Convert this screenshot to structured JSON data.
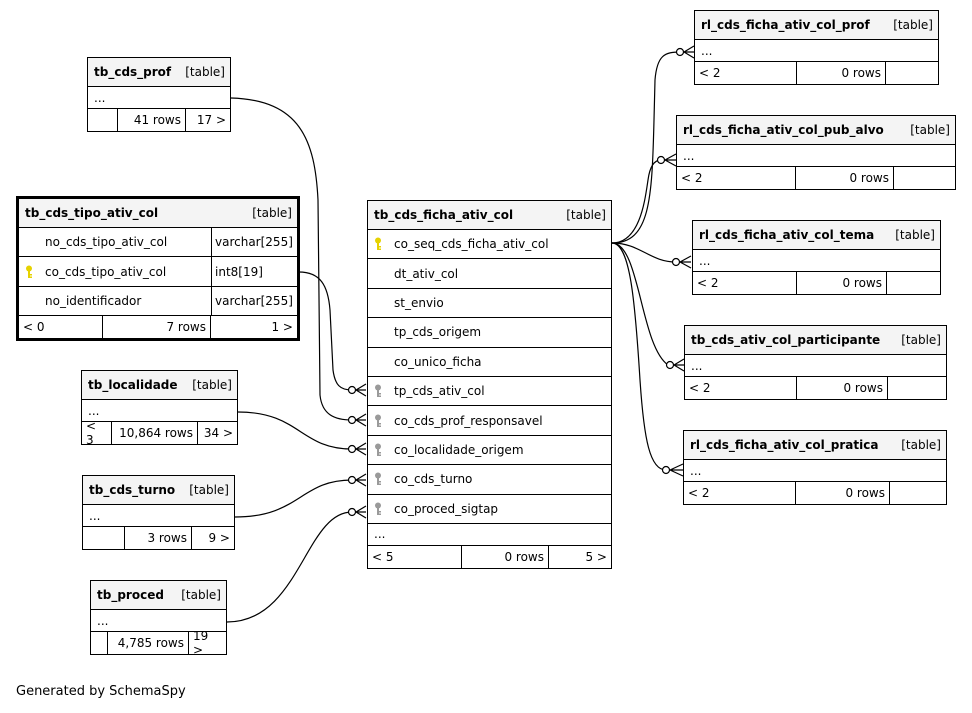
{
  "footer_text": "Generated by SchemaSpy",
  "colors": {
    "primary_key": "#e6d200",
    "foreign_key": "#9a9a9a",
    "header_bg": "#f4f4f4"
  },
  "main_table": {
    "name": "tb_cds_ficha_ativ_col",
    "tag": "[table]",
    "columns": [
      {
        "name": "co_seq_cds_ficha_ativ_col",
        "key": "primary-key-icon"
      },
      {
        "name": "dt_ativ_col"
      },
      {
        "name": "st_envio"
      },
      {
        "name": "tp_cds_origem"
      },
      {
        "name": "co_unico_ficha"
      },
      {
        "name": "tp_cds_ativ_col",
        "key": "foreign-key-icon"
      },
      {
        "name": "co_cds_prof_responsavel",
        "key": "foreign-key-icon"
      },
      {
        "name": "co_localidade_origem",
        "key": "foreign-key-icon"
      },
      {
        "name": "co_cds_turno",
        "key": "foreign-key-icon"
      },
      {
        "name": "co_proced_sigtap",
        "key": "foreign-key-icon"
      }
    ],
    "more": "...",
    "footer": [
      "< 5",
      "0 rows",
      "5 >"
    ]
  },
  "tipo_table": {
    "name": "tb_cds_tipo_ativ_col",
    "tag": "[table]",
    "columns": [
      {
        "name": "no_cds_tipo_ativ_col",
        "type": "varchar[255]"
      },
      {
        "name": "co_cds_tipo_ativ_col",
        "type": "int8[19]",
        "key": "primary-key-icon"
      },
      {
        "name": "no_identificador",
        "type": "varchar[255]"
      }
    ],
    "footer": [
      "< 0",
      "7 rows",
      "1 >"
    ]
  },
  "small_tables": {
    "prof": {
      "name": "tb_cds_prof",
      "tag": "[table]",
      "more": "...",
      "footer": [
        "",
        "41 rows",
        "17 >"
      ]
    },
    "localidade": {
      "name": "tb_localidade",
      "tag": "[table]",
      "more": "...",
      "footer": [
        "< 3",
        "10,864 rows",
        "34 >"
      ]
    },
    "turno": {
      "name": "tb_cds_turno",
      "tag": "[table]",
      "more": "...",
      "footer": [
        "",
        "3 rows",
        "9 >"
      ]
    },
    "proced": {
      "name": "tb_proced",
      "tag": "[table]",
      "more": "...",
      "footer": [
        "",
        "4,785 rows",
        "19 >"
      ]
    },
    "r_prof": {
      "name": "rl_cds_ficha_ativ_col_prof",
      "tag": "[table]",
      "more": "...",
      "footer": [
        "< 2",
        "0 rows",
        ""
      ]
    },
    "r_pub": {
      "name": "rl_cds_ficha_ativ_col_pub_alvo",
      "tag": "[table]",
      "more": "...",
      "footer": [
        "< 2",
        "0 rows",
        ""
      ]
    },
    "r_tema": {
      "name": "rl_cds_ficha_ativ_col_tema",
      "tag": "[table]",
      "more": "...",
      "footer": [
        "< 2",
        "0 rows",
        ""
      ]
    },
    "r_part": {
      "name": "tb_cds_ativ_col_participante",
      "tag": "[table]",
      "more": "...",
      "footer": [
        "< 2",
        "0 rows",
        ""
      ]
    },
    "r_prat": {
      "name": "rl_cds_ficha_ativ_col_pratica",
      "tag": "[table]",
      "more": "...",
      "footer": [
        "< 2",
        "0 rows",
        ""
      ]
    }
  }
}
